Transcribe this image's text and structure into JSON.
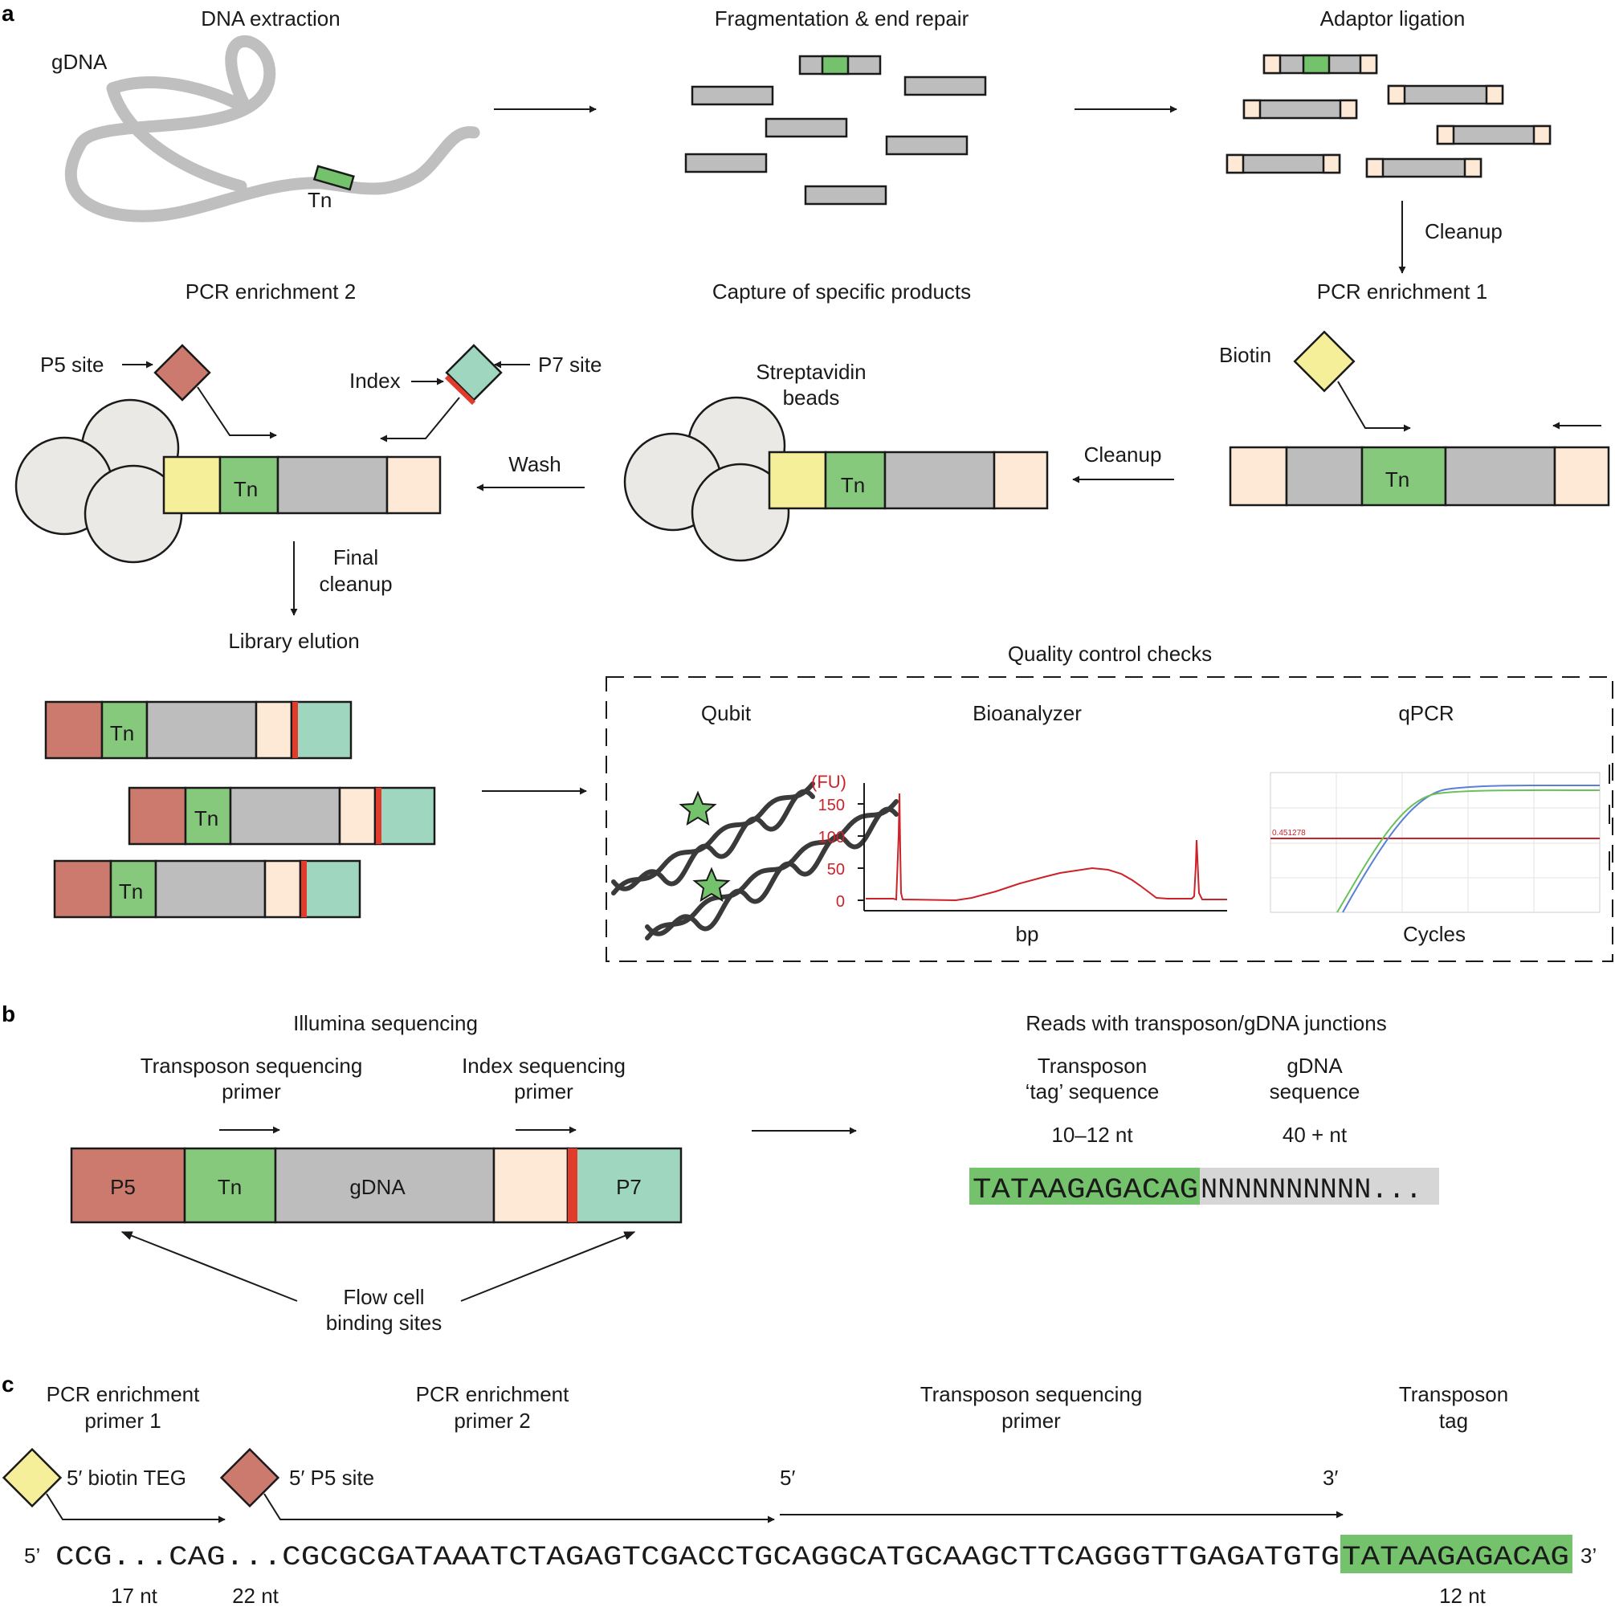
{
  "panels": {
    "a": "a",
    "b": "b",
    "c": "c"
  },
  "colors": {
    "gray": "#bdbdbd",
    "tn_green": "#86c97c",
    "adaptor_beige": "#fde9d6",
    "p5_red": "#cd7a6e",
    "p7_teal": "#9fd6c0",
    "index_red": "#e03b2b",
    "biotin_yellow": "#f6ef9a",
    "bead_gray": "#ebe9e5",
    "trace_red": "#cc2229",
    "tag_green": "#74c26b",
    "seq_gray": "#d6d6d6"
  },
  "icons": [
    "gdna-strand-icon",
    "diamond-biotin-icon",
    "diamond-p5-icon",
    "diamond-p7-icon",
    "bead-cluster-icon",
    "dna-helix-icon",
    "star-icon"
  ],
  "a": {
    "dna_extraction": "DNA extraction",
    "gdna": "gDNA",
    "tn": "Tn",
    "fragmentation": "Fragmentation & end repair",
    "adaptor_ligation": "Adaptor ligation",
    "cleanup": "Cleanup",
    "pcr1": "PCR enrichment 1",
    "biotin": "Biotin",
    "capture": "Capture of specific products",
    "streptavidin": [
      "Streptavidin",
      "beads"
    ],
    "cleanup2": "Cleanup",
    "pcr2": "PCR enrichment 2",
    "p5_site": "P5 site",
    "index": "Index",
    "p7_site": "P7 site",
    "wash": "Wash",
    "final_cleanup": [
      "Final",
      "cleanup"
    ],
    "library_elution": "Library elution",
    "qc_title": "Quality control checks",
    "qubit": "Qubit",
    "bioanalyzer": "Bioanalyzer",
    "qpcr": "qPCR",
    "fu_label": "(FU)",
    "fu_ticks": [
      "150",
      "100",
      "50",
      "0"
    ],
    "bp_label": "bp",
    "threshold_value": "0.451278",
    "cycles_label": "Cycles"
  },
  "b": {
    "illumina": "Illumina sequencing",
    "tn_primer": [
      "Transposon sequencing",
      "primer"
    ],
    "index_primer": [
      "Index sequencing",
      "primer"
    ],
    "segments": [
      "P5",
      "Tn",
      "gDNA",
      "P7"
    ],
    "flow_cell": [
      "Flow cell",
      "binding sites"
    ],
    "reads_title": "Reads with transposon/gDNA junctions",
    "tag_header": [
      "Transposon",
      "‘tag’ sequence"
    ],
    "gdna_header": [
      "gDNA",
      "sequence"
    ],
    "tag_len": "10–12 nt",
    "gdna_len": "40 + nt",
    "tag_seq": "TATAAGAGACAG",
    "gdna_seq": "NNNNNNNNNN..."
  },
  "c": {
    "pcr1_primer": [
      "PCR enrichment",
      "primer 1"
    ],
    "pcr2_primer": [
      "PCR enrichment",
      "primer 2"
    ],
    "tn_seq_primer": [
      "Transposon sequencing",
      "primer"
    ],
    "tn_tag": [
      "Transposon",
      "tag"
    ],
    "biotin_teg": "5′ biotin TEG",
    "p5_site": "5′ P5 site",
    "five_prime_mark": "5′",
    "three_prime_mark": "3′",
    "seq_5": "5’",
    "seq_3": "3’",
    "seq_main": "CCG...CAG...CGCGCGATAAATCTAGAGTCGACCTGCAGGCATGCAAGCTTCAGGGTTGAGATGTG",
    "seq_tag": "TATAAGAGACAG",
    "len_17": "17 nt",
    "len_22": "22 nt",
    "len_12": "12 nt"
  }
}
